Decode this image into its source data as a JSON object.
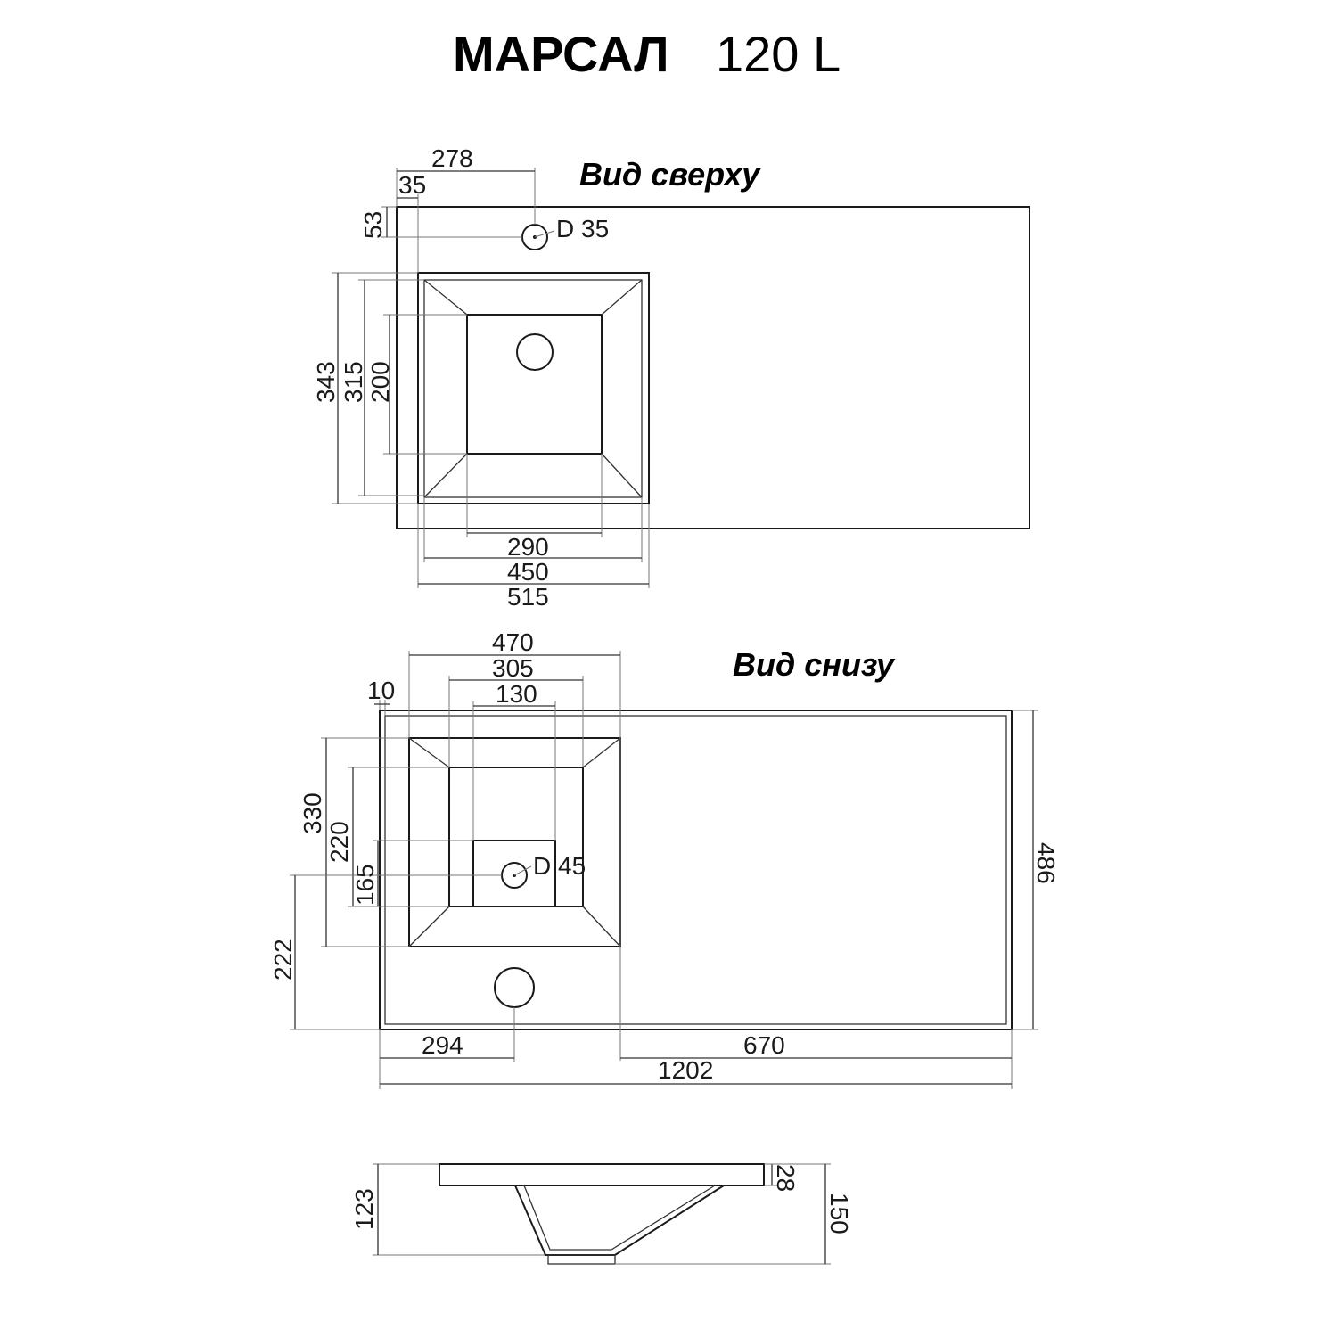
{
  "title": {
    "model": "МАРСАЛ",
    "size": "120 L"
  },
  "views": {
    "top": "Вид сверху",
    "bottom": "Вид снизу"
  },
  "top_view": {
    "dims": {
      "d278": "278",
      "d35": "35",
      "d53": "53",
      "hole": "D 35",
      "d343": "343",
      "d315": "315",
      "d200": "200",
      "d290": "290",
      "d450": "450",
      "d515": "515"
    }
  },
  "bottom_view": {
    "dims": {
      "d470": "470",
      "d305": "305",
      "d130": "130",
      "d10": "10",
      "drain": "D 45",
      "d330": "330",
      "d220": "220",
      "d165": "165",
      "d222": "222",
      "d486": "486",
      "d294": "294",
      "d670": "670",
      "d1202": "1202"
    }
  },
  "side_view": {
    "dims": {
      "d28": "28",
      "d123": "123",
      "d150": "150"
    }
  }
}
